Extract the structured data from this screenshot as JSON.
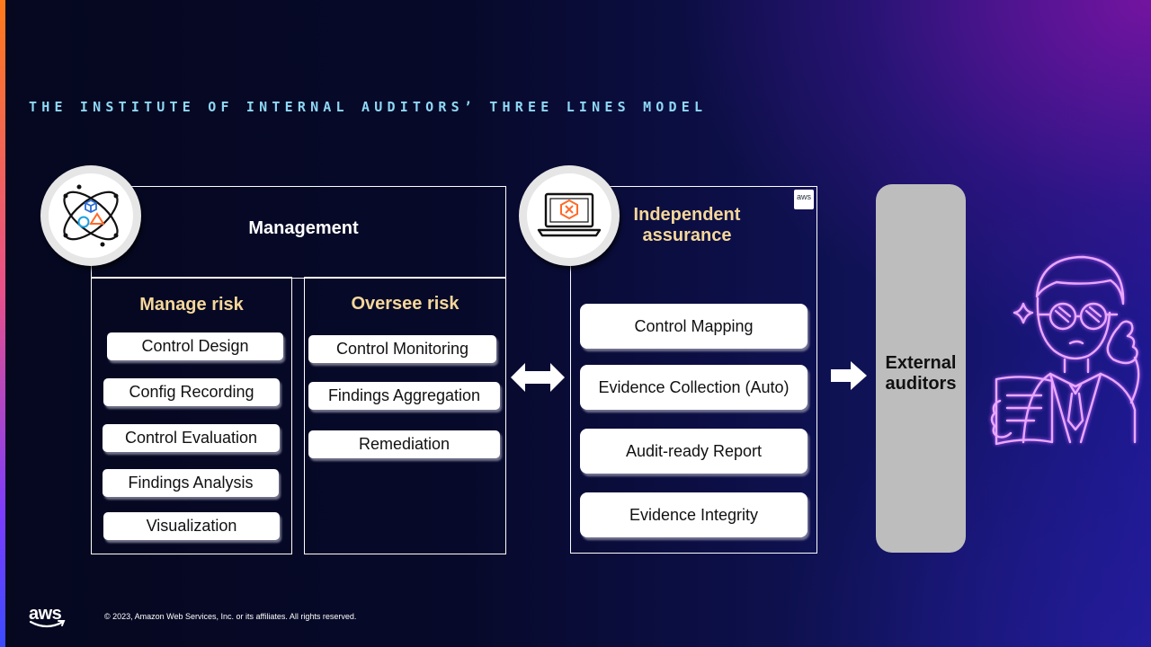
{
  "slide": {
    "title": "THE INSTITUTE OF INTERNAL AUDITORS’ THREE LINES MODEL",
    "footer": "© 2023, Amazon Web Services, Inc. or its affiliates.  All rights  reserved.",
    "logo_text": "aws",
    "badge_text": "aws"
  },
  "management": {
    "title": "Management",
    "manage_risk": {
      "title": "Manage risk",
      "items": [
        "Control Design",
        "Config Recording",
        "Control Evaluation",
        "Findings Analysis",
        "Visualization"
      ]
    },
    "oversee_risk": {
      "title": "Oversee risk",
      "items": [
        "Control Monitoring",
        "Findings Aggregation",
        "Remediation"
      ]
    }
  },
  "independent_assurance": {
    "title_line1": "Independent",
    "title_line2": "assurance",
    "items": [
      "Control Mapping",
      "Evidence Collection (Auto)",
      "Audit-ready  Report",
      "Evidence Integrity"
    ]
  },
  "external": {
    "line1": "External",
    "line2": "auditors"
  },
  "icons": {
    "management": "atom-shapes-icon",
    "assurance": "laptop-tools-icon",
    "auditor": "auditor-illustration-icon",
    "double_arrow": "double-arrow-icon",
    "right_arrow": "right-arrow-icon"
  },
  "colors": {
    "title": "#8fd8f5",
    "heading_gold": "#f5d79a",
    "auditor_glow": "#e9a8ff",
    "external_box": "#bdbdbd"
  }
}
